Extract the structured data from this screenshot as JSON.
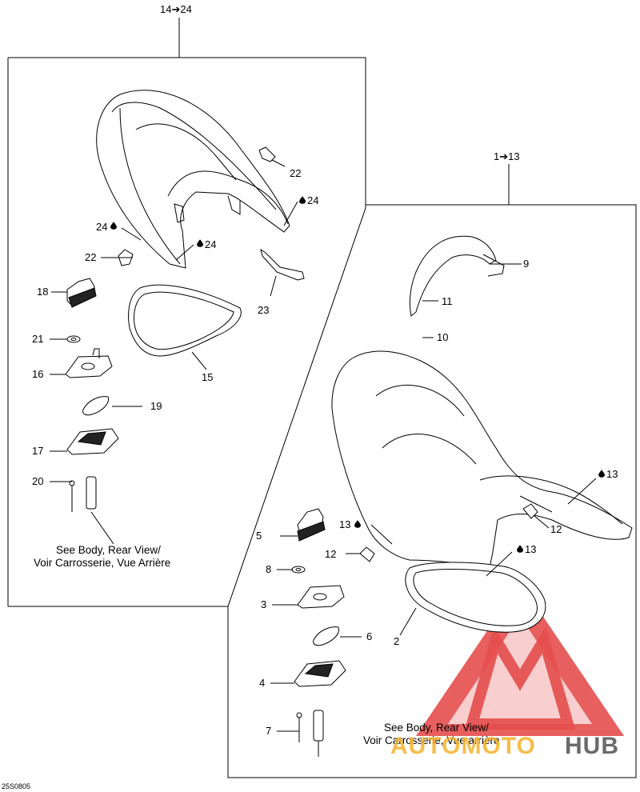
{
  "groups": {
    "left_range": "14➔24",
    "right_range": "1➔13"
  },
  "callouts": {
    "c22a": "22",
    "c24a": "24",
    "c24b": "24",
    "c22b": "22",
    "c24c": "24",
    "c23": "23",
    "c18": "18",
    "c15": "15",
    "c21": "21",
    "c16": "16",
    "c19": "19",
    "c17": "17",
    "c20": "20",
    "c9": "9",
    "c11": "11",
    "c10": "10",
    "c13a": "13",
    "c12a": "12",
    "c5": "5",
    "c13b": "13",
    "c12b": "12",
    "c13c": "13",
    "c8": "8",
    "c3": "3",
    "c6": "6",
    "c2": "2",
    "c4": "4",
    "c7": "7"
  },
  "notes": {
    "left_line1": "See Body, Rear View/",
    "left_line2": "Voir Carrosserie, Vue Arrière",
    "right_line1": "See Body, Rear View/",
    "right_line2": "Voir Carrosserie, Vue arrière"
  },
  "figure_code": "25S0805",
  "watermark": {
    "text_part1": "AUTOMOTO",
    "text_part2": "HUB",
    "colors": {
      "logo": "#e23b3b",
      "part1": "#f5b22a",
      "part2": "#5a5a5a"
    }
  },
  "icons": {
    "adhesive_drop": "drop-icon"
  }
}
